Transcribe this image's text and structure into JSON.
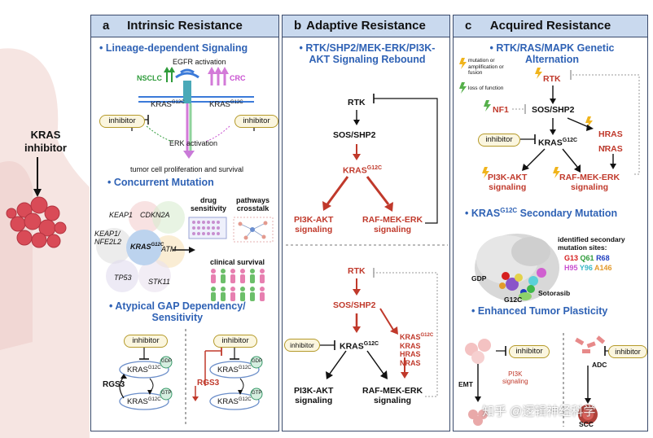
{
  "left": {
    "title": "KRAS\ninhibitor",
    "title_l1": "KRAS",
    "title_l2": "inhibitor"
  },
  "panel_a": {
    "letter": "a",
    "title": "Intrinsic Resistance",
    "sec1": "• Lineage-dependent Signaling",
    "egfr": "EGFR activation",
    "nsclc": "NSCLC",
    "crc": "CRC",
    "kras": "KRAS",
    "g12c": "G12C",
    "inhibitor": "inhibitor",
    "erk": "ERK activation",
    "tumor": "tumor cell proliferation and survival",
    "sec2": "• Concurrent Mutation",
    "keap1": "KEAP1",
    "cdkn2a": "CDKN2A",
    "keap1nfe": "KEAP1/\nNFE2L2",
    "atm": "ATM",
    "tp53": "TP53",
    "stk11": "STK11",
    "drug": "drug\nsensitivity",
    "pathways": "pathways\ncrosstalk",
    "survival": "clinical survival",
    "sec3": "• Atypical GAP Dependency/\nSensitivity",
    "gdp": "GDP",
    "gtp": "GTP",
    "rgs3": "RGS3"
  },
  "panel_b": {
    "letter": "b",
    "title": "Adaptive Resistance",
    "sec1": "• RTK/SHP2/MEK-ERK/PI3K-\nAKT Signaling Rebound",
    "rtk": "RTK",
    "sos": "SOS/SHP2",
    "kras": "KRAS",
    "g12c": "G12C",
    "pi3k": "PI3K-AKT\nsignaling",
    "raf": "RAF-MEK-ERK\nsignaling",
    "inhibitor": "inhibitor",
    "kras_list": [
      "KRAS",
      "HRAS",
      "NRAS"
    ]
  },
  "panel_c": {
    "letter": "c",
    "title": "Acquired Resistance",
    "sec1": "• RTK/RAS/MAPK Genetic\nAlternation",
    "legend_mut": "mutation or\namplification or\nfusion",
    "legend_loss": "loss of function",
    "rtk": "RTK",
    "nf1": "NF1",
    "sos": "SOS/SHP2",
    "hras": "HRAS",
    "nras": "NRAS",
    "inhibitor": "inhibitor",
    "kras": "KRAS",
    "g12c": "G12C",
    "pi3k": "PI3K-AKT\nsignaling",
    "raf": "RAF-MEK-ERK\nsignaling",
    "sec2_a": "• KRAS",
    "sec2_b": " Secondary Mutation",
    "identified": "identified secondary\nmutation sites:",
    "sites_row1": [
      {
        "t": "G13",
        "c": "#d61f1f"
      },
      {
        "t": "Q61",
        "c": "#2e9b3a"
      },
      {
        "t": "R68",
        "c": "#1f3fbf"
      }
    ],
    "sites_row2": [
      {
        "t": "H95",
        "c": "#c84fd0"
      },
      {
        "t": "Y96",
        "c": "#3bb8c8"
      },
      {
        "t": "A146",
        "c": "#e39a2b"
      }
    ],
    "gdp": "GDP",
    "g12c_lbl": "G12C",
    "sotorasib": "Sotorasib",
    "sec3": "• Enhanced Tumor Plasticity",
    "emt": "EMT",
    "pi3k_small": "PI3K\nsignaling",
    "adc": "ADC",
    "scc": "SCC"
  },
  "watermark": "知乎 @逻辑神经科学"
}
